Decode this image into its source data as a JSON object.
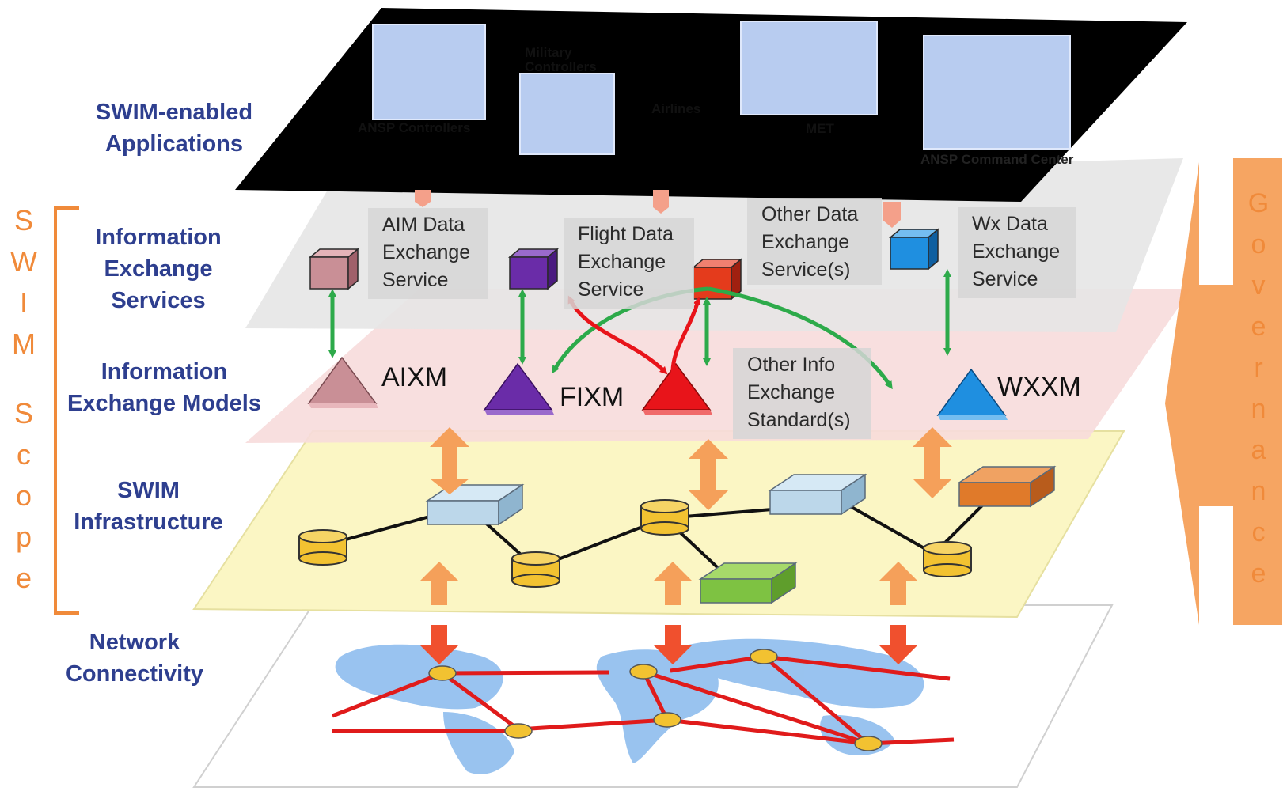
{
  "layers": {
    "applications": "SWIM-enabled Applications",
    "services": "Information Exchange Services",
    "models": "Information Exchange Models",
    "infrastructure": "SWIM Infrastructure",
    "network": "Network Connectivity"
  },
  "applications": [
    {
      "caption": "ANSP Controllers"
    },
    {
      "caption": "Military Controllers"
    },
    {
      "caption": "Airlines"
    },
    {
      "caption": "MET"
    },
    {
      "caption": "ANSP Command Center"
    }
  ],
  "services": [
    {
      "label": "AIM Data Exchange Service",
      "color": "#c98f96"
    },
    {
      "label": "Flight Data Exchange Service",
      "color": "#6a2ca8"
    },
    {
      "label": "Other Data Exchange Service(s)",
      "color": "#e43b1c"
    },
    {
      "label": "Wx Data Exchange Service",
      "color": "#1f8fe0"
    }
  ],
  "models": [
    {
      "label": "AIXM",
      "color": "#c98f96"
    },
    {
      "label": "FIXM",
      "color": "#6a2ca8"
    },
    {
      "label": "WXXM",
      "color": "#1f8fe0"
    }
  ],
  "other_standard": "Other Info Exchange Standard(s)",
  "other_model_color": "#e8141a",
  "swim_scope": "SWIM Scope",
  "governance": "Governance",
  "colors": {
    "apps_layer": "#000000",
    "services_layer": "#e6e6e6",
    "models_layer": "#f7dcdc",
    "infra_layer": "#fbf6c4",
    "network_layer": "#ffffff",
    "green_arrow": "#2daa4a",
    "red_arrow": "#e8141a",
    "orange": "#f5a05a",
    "network_red": "#e01b1b",
    "map_blue": "#7fb2e8",
    "label_blue": "#2e3f8f"
  }
}
